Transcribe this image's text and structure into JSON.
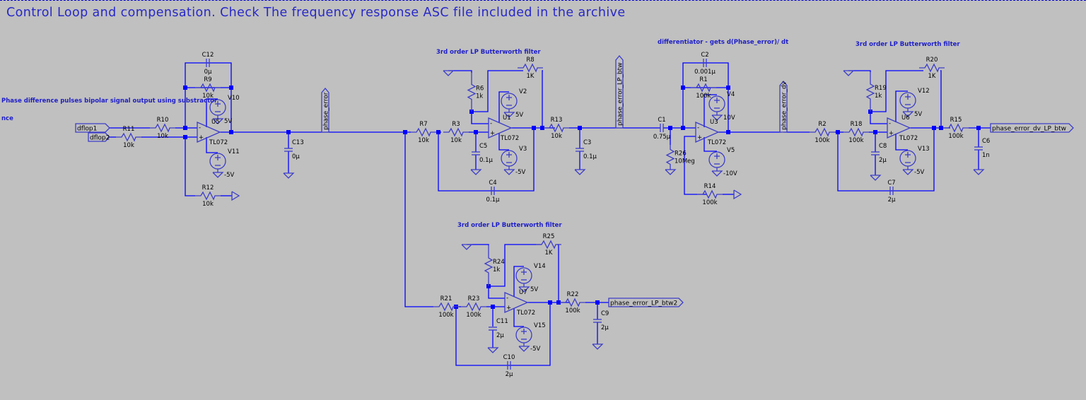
{
  "title": "Control Loop and compensation. Check The frequency response ASC file included in the archive",
  "comments": {
    "subtractor": "Phase difference pulses bipolar signal output using substractor",
    "subtractor_cont": "nce",
    "filter1": "3rd order LP Butterworth filter",
    "differentiator": "differentiator - gets d(Phase_error)/ dt",
    "filter2": "3rd order LP Butterworth filter",
    "filter3": "3rd order LP Butterworth filter"
  },
  "net_labels": {
    "dflop1": "dflop1",
    "dflop2": "dflop2",
    "phase_error": "phase_error",
    "phase_error_LP_btw": "phase_error_LP_btw",
    "phase_error_dv": "phase_error_dv",
    "phase_error_dv_LP_btw": "phase_error_dv_LP_btw",
    "phase_error_LP_btw2": "phase_error_LP_btw2"
  },
  "components": {
    "C12": {
      "name": "C12",
      "value": "0µ"
    },
    "R9": {
      "name": "R9",
      "value": "10k"
    },
    "V10": {
      "name": "V10",
      "value": "5V"
    },
    "R10": {
      "name": "R10",
      "value": "10k"
    },
    "R11": {
      "name": "R11",
      "value": "10k"
    },
    "U5": {
      "name": "U5",
      "value": "TL072"
    },
    "V11": {
      "name": "V11",
      "value": "-5V"
    },
    "R12": {
      "name": "R12",
      "value": "10k"
    },
    "C13": {
      "name": "C13",
      "value": "0µ"
    },
    "R7": {
      "name": "R7",
      "value": "10k"
    },
    "R3": {
      "name": "R3",
      "value": "10k"
    },
    "R6": {
      "name": "R6",
      "value": "1k"
    },
    "R8": {
      "name": "R8",
      "value": "1K"
    },
    "U1": {
      "name": "U1",
      "value": "TL072"
    },
    "V2": {
      "name": "V2",
      "value": "5V"
    },
    "V3": {
      "name": "V3",
      "value": "-5V"
    },
    "C5": {
      "name": "C5",
      "value": "0.1µ"
    },
    "C4": {
      "name": "C4",
      "value": "0.1µ"
    },
    "R13": {
      "name": "R13",
      "value": "10k"
    },
    "C3": {
      "name": "C3",
      "value": "0.1µ"
    },
    "C1": {
      "name": "C1",
      "value": "0.75µ"
    },
    "R26": {
      "name": "R26",
      "value": "10Meg"
    },
    "C2": {
      "name": "C2",
      "value": "0.001µ"
    },
    "R1": {
      "name": "R1",
      "value": "100k"
    },
    "U3": {
      "name": "U3",
      "value": "TL072"
    },
    "V4": {
      "name": "V4",
      "value": "10V"
    },
    "V5": {
      "name": "V5",
      "value": "-10V"
    },
    "R14": {
      "name": "R14",
      "value": "100k"
    },
    "R2": {
      "name": "R2",
      "value": "100k"
    },
    "R18": {
      "name": "R18",
      "value": "100k"
    },
    "R19": {
      "name": "R19",
      "value": "1k"
    },
    "R20": {
      "name": "R20",
      "value": "1K"
    },
    "U6": {
      "name": "U6",
      "value": "TL072"
    },
    "V12": {
      "name": "V12",
      "value": "5V"
    },
    "V13": {
      "name": "V13",
      "value": "-5V"
    },
    "C8": {
      "name": "C8",
      "value": "2µ"
    },
    "C7": {
      "name": "C7",
      "value": "2µ"
    },
    "R15": {
      "name": "R15",
      "value": "100k"
    },
    "C6": {
      "name": "C6",
      "value": "1n"
    },
    "R21": {
      "name": "R21",
      "value": "100k"
    },
    "R23": {
      "name": "R23",
      "value": "100k"
    },
    "R24": {
      "name": "R24",
      "value": "1k"
    },
    "R25": {
      "name": "R25",
      "value": "1K"
    },
    "U7": {
      "name": "U7",
      "value": "TL072"
    },
    "V14": {
      "name": "V14",
      "value": "5V"
    },
    "V15": {
      "name": "V15",
      "value": "-5V"
    },
    "C11": {
      "name": "C11",
      "value": "2µ"
    },
    "C10": {
      "name": "C10",
      "value": "2µ"
    },
    "R22": {
      "name": "R22",
      "value": "100k"
    },
    "C9": {
      "name": "C9",
      "value": "2µ"
    }
  },
  "colors": {
    "background": "#c0c0c0",
    "wire": "#0000ff",
    "component": "#3c3cc8",
    "comment_text": "#1e1ec8"
  }
}
